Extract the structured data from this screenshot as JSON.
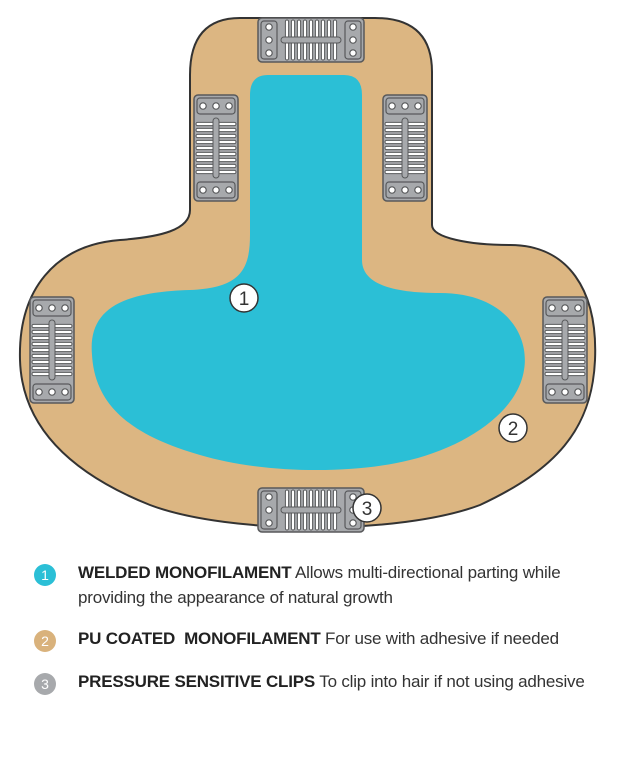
{
  "colors": {
    "pu_base": "#dcb682",
    "mono_area": "#2bbfd6",
    "clip_fill": "#a7a9ac",
    "clip_stroke": "#58595b",
    "outline": "#333333",
    "badge_1": "#2bbfd6",
    "badge_2": "#d9b27c",
    "badge_3": "#a7a9ac"
  },
  "markers": [
    {
      "id": "1",
      "label": "1"
    },
    {
      "id": "2",
      "label": "2"
    },
    {
      "id": "3",
      "label": "3"
    }
  ],
  "legend": [
    {
      "number": "1",
      "title": "WELDED MONOFILAMENT",
      "text": "Allows multi-directional parting while providing the appearance of natural growth"
    },
    {
      "number": "2",
      "title": "PU COATED  MONOFILAMENT",
      "text": "For use with adhesive if needed"
    },
    {
      "number": "3",
      "title": "PRESSURE SENSITIVE CLIPS",
      "text": "To clip into hair if not using adhesive"
    }
  ]
}
